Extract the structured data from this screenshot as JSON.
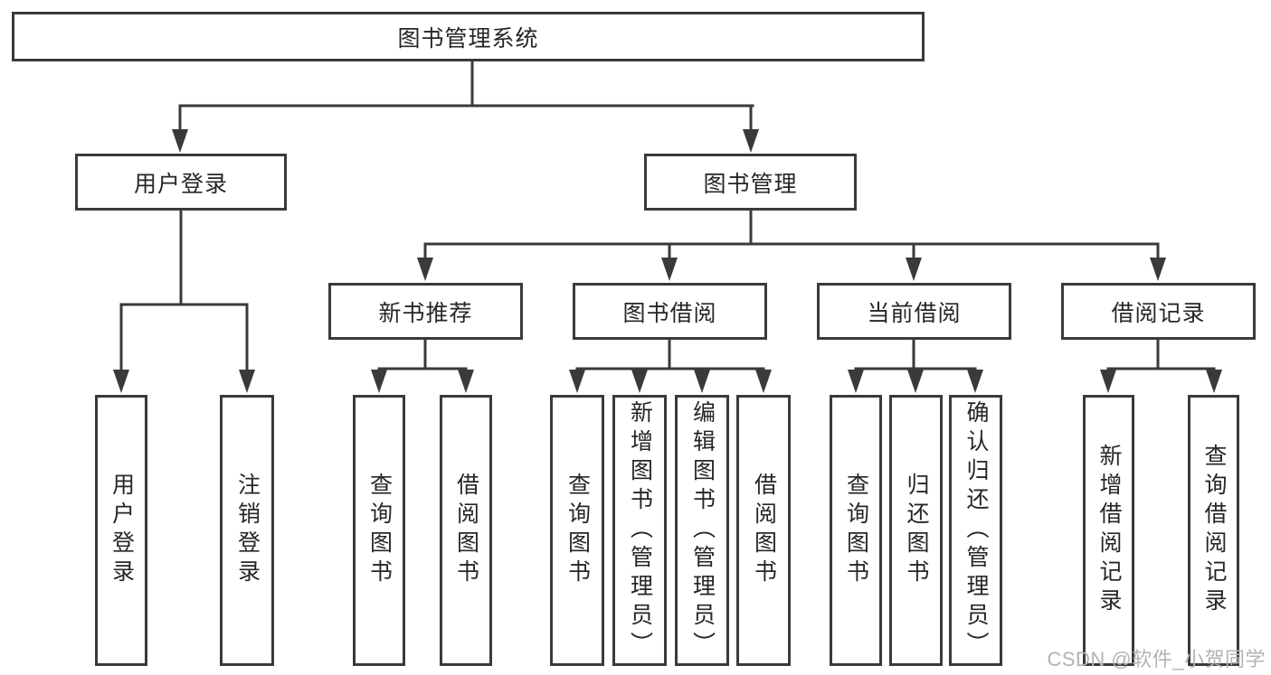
{
  "colors": {
    "line": "#3a3a3a",
    "border": "#3a3a3a",
    "text": "#262626",
    "watermark": "#b3b3b3",
    "background": "#ffffff"
  },
  "diagram": {
    "root": {
      "label": "图书管理系统"
    },
    "level2": {
      "user_login_group": {
        "label": "用户登录"
      },
      "book_management": {
        "label": "图书管理"
      }
    },
    "user_login_children": {
      "login": {
        "label": "用户登录"
      },
      "logout": {
        "label": "注销登录"
      }
    },
    "level3": {
      "new_book_recommend": {
        "label": "新书推荐"
      },
      "book_borrow": {
        "label": "图书借阅"
      },
      "current_borrow": {
        "label": "当前借阅"
      },
      "borrow_record": {
        "label": "借阅记录"
      }
    },
    "new_book_recommend_children": {
      "query_book": {
        "label": "查询图书"
      },
      "borrow_book": {
        "label": "借阅图书"
      }
    },
    "book_borrow_children": {
      "query_book": {
        "label": "查询图书"
      },
      "add_book": {
        "label": "新增图书（管理员）"
      },
      "edit_book": {
        "label": "编辑图书（管理员）"
      },
      "borrow_book": {
        "label": "借阅图书"
      }
    },
    "current_borrow_children": {
      "query_book": {
        "label": "查询图书"
      },
      "return_book": {
        "label": "归还图书"
      },
      "confirm_return": {
        "label": "确认归还（管理员）"
      }
    },
    "borrow_record_children": {
      "add_record": {
        "label": "新增借阅记录"
      },
      "query_record": {
        "label": "查询借阅记录"
      }
    }
  },
  "watermark": {
    "text": "CSDN @软件_小贺同学"
  }
}
